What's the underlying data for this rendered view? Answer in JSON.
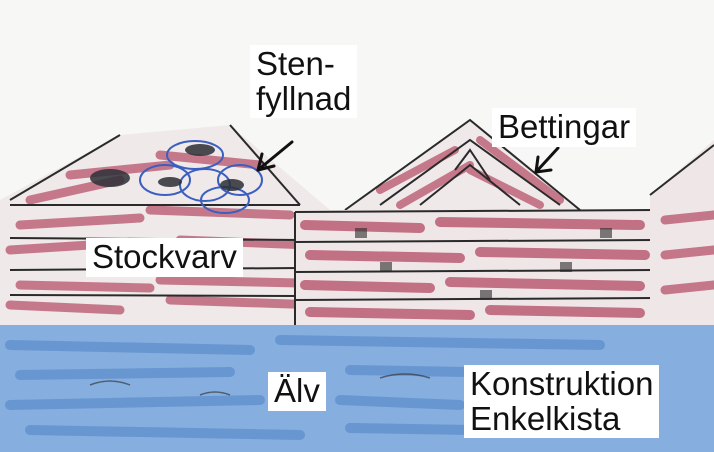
{
  "labels": {
    "stenfyllnad": "Sten-\nfyllnad",
    "bettingar": "Bettingar",
    "stockvarv": "Stockvarv",
    "alv": "Älv",
    "konstruktion": "Konstruktion\nEnkelkista"
  },
  "colors": {
    "paper": "#f3f3f1",
    "log_red": "#b8536b",
    "pencil": "#2a2a2a",
    "water": "#6f9fd6",
    "stone_ink": "#3b5fbf"
  }
}
